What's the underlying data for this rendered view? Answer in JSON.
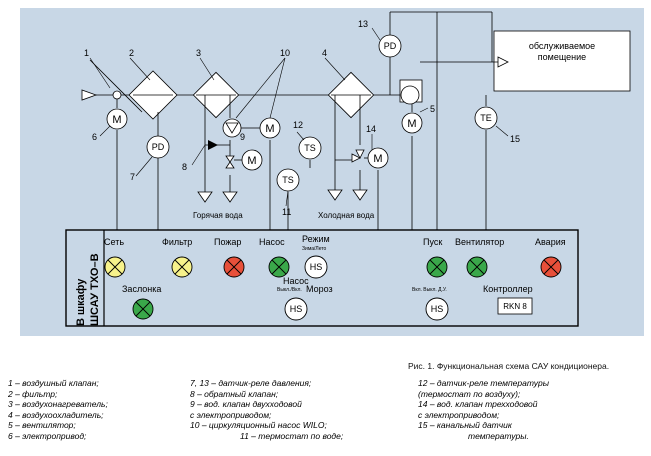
{
  "diagram": {
    "numbers": [
      "1",
      "2",
      "3",
      "4",
      "5",
      "6",
      "7",
      "8",
      "9",
      "10",
      "11",
      "12",
      "13",
      "14",
      "15"
    ],
    "room_label": [
      "обслуживаемое",
      "помещение"
    ],
    "hot_water": "Горячая вода",
    "cold_water": "Холодная вода",
    "m": "M",
    "pd": "PD",
    "ts": "TS",
    "te": "TE",
    "hs": "HS"
  },
  "panel": {
    "vertical_text": [
      "В шкафу",
      "ШСАУ ТХО–В"
    ],
    "indicators": [
      {
        "label": "Сеть",
        "color": "#f7f28b"
      },
      {
        "label": "Фильтр",
        "color": "#f7f28b"
      },
      {
        "label": "Пожар",
        "color": "#e8503a"
      },
      {
        "label": "Насос",
        "color": "#3aa84a"
      },
      {
        "label": "Заслонка",
        "color": "#3aa84a"
      },
      {
        "label": "Пуск",
        "color": "#3aa84a"
      },
      {
        "label": "Вентилятор",
        "color": "#3aa84a"
      },
      {
        "label": "Авария",
        "color": "#e8503a"
      }
    ],
    "mode_label": "Режим",
    "mode_sub": "Зима/Лето",
    "pump_label": "Насос",
    "pump_sub": "Выкл./Вкл.",
    "frost_label": "Мороз",
    "sw_sub": "Вкл. Выкл. Д.У.",
    "controller_label": "Контроллер",
    "controller_model": "RKN 8"
  },
  "caption": "Рис. 1. Функциональная схема САУ кондиционера.",
  "legend": {
    "col1": [
      "1 – воздушный клапан;",
      "2 – фильтр;",
      "3 – воздухонагреватель;",
      "4 – воздухоохладитель;",
      "5 – вентилятор;",
      "6 – электропривод;"
    ],
    "col2": [
      "7, 13 – датчик-реле давления;",
      "8 – обратный клапан;",
      "9 – вод. клапан двухходовой",
      "с электроприводом;",
      "10 – циркуляционный насос WILO;",
      "11 – термостат по воде;"
    ],
    "col3": [
      "12 – датчик-реле температуры",
      "(термостат по воздуху);",
      "14 – вод. клапан трехходовой",
      "с электроприводом;",
      "15 – канальный датчик",
      "температуры."
    ]
  }
}
